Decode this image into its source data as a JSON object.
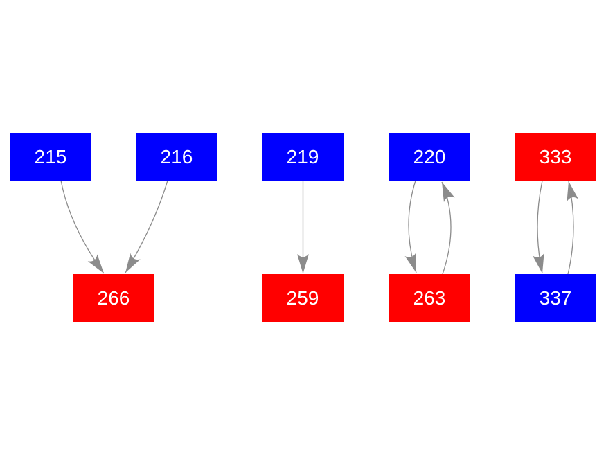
{
  "diagram": {
    "background": "#FFFFFF",
    "colors": {
      "blue": "#0000FF",
      "red": "#FF0000",
      "edge": "#8C8C8C",
      "node_text": "#FFFFFF",
      "background": "#FFFFFF"
    },
    "nodes": [
      {
        "id": "215",
        "label": "215",
        "color": "blue"
      },
      {
        "id": "216",
        "label": "216",
        "color": "blue"
      },
      {
        "id": "219",
        "label": "219",
        "color": "blue"
      },
      {
        "id": "220",
        "label": "220",
        "color": "blue"
      },
      {
        "id": "333",
        "label": "333",
        "color": "red"
      },
      {
        "id": "266",
        "label": "266",
        "color": "red"
      },
      {
        "id": "259",
        "label": "259",
        "color": "red"
      },
      {
        "id": "263",
        "label": "263",
        "color": "red"
      },
      {
        "id": "337",
        "label": "337",
        "color": "blue"
      }
    ],
    "edges": [
      {
        "from": "215",
        "to": "266"
      },
      {
        "from": "216",
        "to": "266"
      },
      {
        "from": "219",
        "to": "259"
      },
      {
        "from": "220",
        "to": "263"
      },
      {
        "from": "263",
        "to": "220"
      },
      {
        "from": "333",
        "to": "337"
      },
      {
        "from": "337",
        "to": "333"
      }
    ]
  }
}
